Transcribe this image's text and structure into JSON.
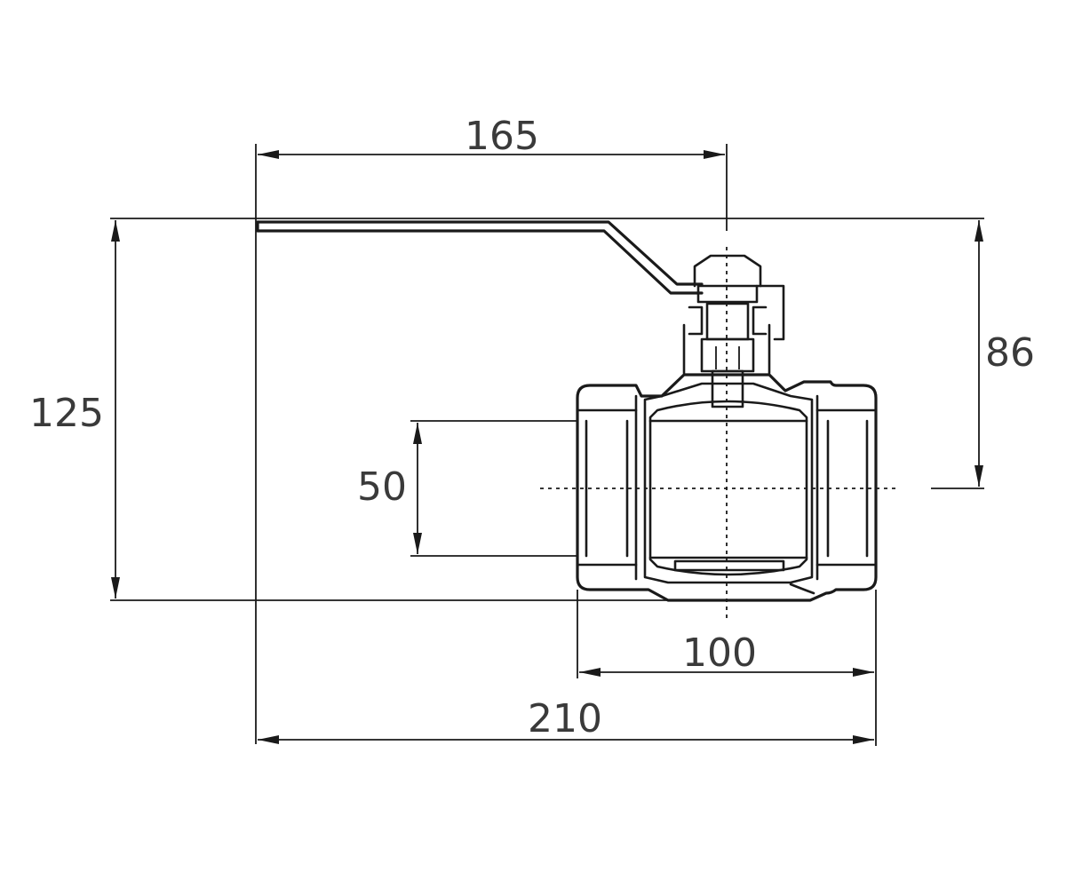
{
  "dimensions": {
    "lever_reach": "165",
    "overall_height": "125",
    "stem_height": "86",
    "bore": "50",
    "body_length": "100",
    "overall_length": "210"
  },
  "colors": {
    "line": "#1a1a1a",
    "text": "#3a3a3a",
    "background": "#ffffff"
  }
}
